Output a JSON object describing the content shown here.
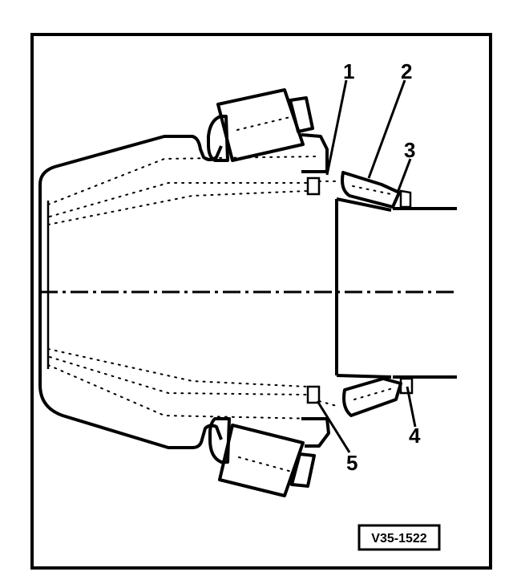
{
  "figure": {
    "reference_code": "V35-1522",
    "callouts": [
      {
        "id": "1",
        "label": "1"
      },
      {
        "id": "2",
        "label": "2"
      },
      {
        "id": "3",
        "label": "3"
      },
      {
        "id": "4",
        "label": "4"
      },
      {
        "id": "5",
        "label": "5"
      }
    ]
  }
}
